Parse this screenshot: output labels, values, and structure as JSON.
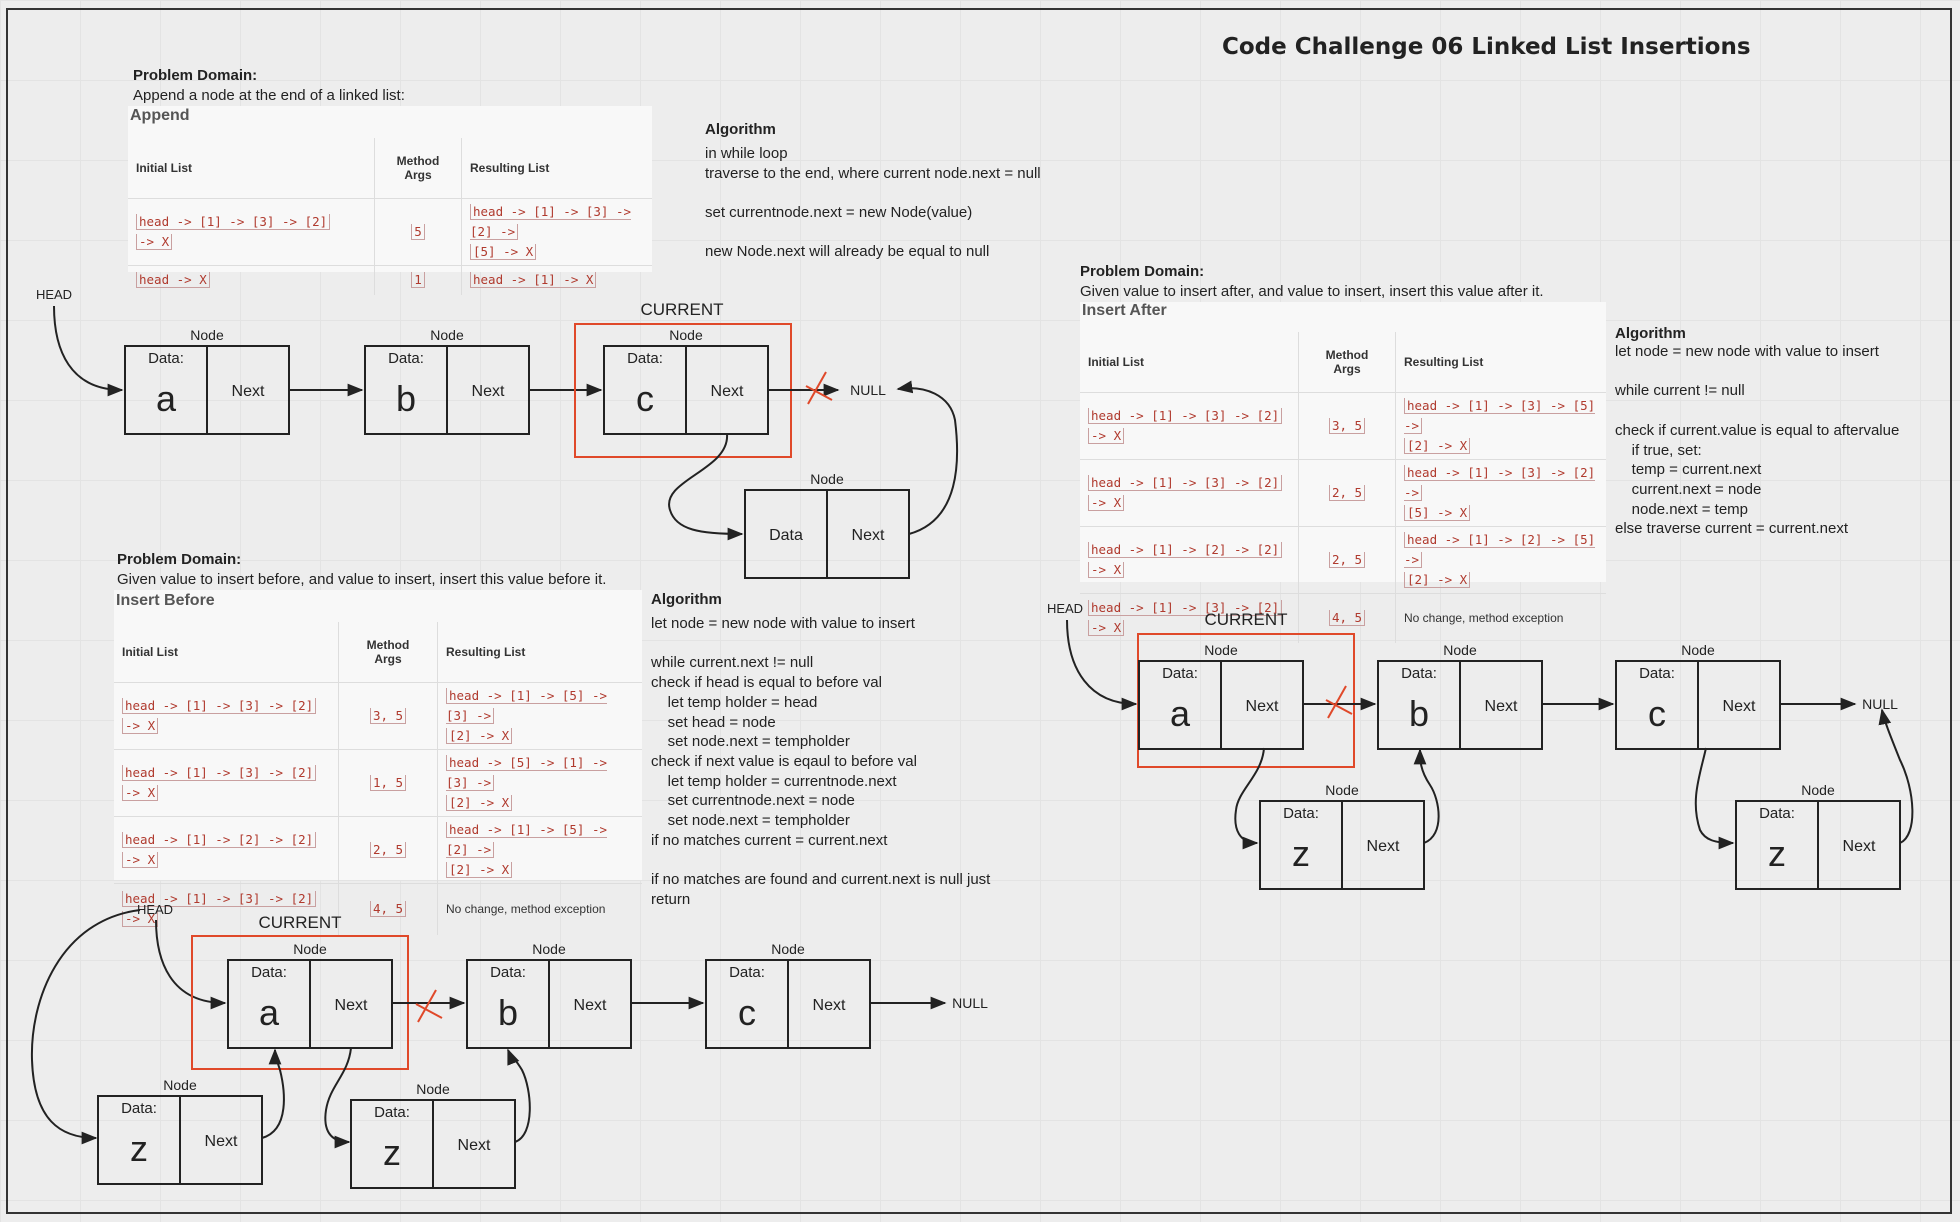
{
  "title": "Code Challenge 06 Linked List Insertions",
  "append": {
    "problem_heading": "Problem Domain:",
    "problem_text": "Append a node at the end of a linked list:",
    "table_title": "Append",
    "headers": [
      "Initial List",
      "Method Args",
      "Resulting List"
    ],
    "rows": [
      {
        "initial": [
          "head -> [1] -> [3] -> [2]",
          "-> X"
        ],
        "args": "5",
        "result": [
          "head -> [1] -> [3] -> [2] ->",
          "[5] -> X"
        ]
      },
      {
        "initial": [
          "head -> X"
        ],
        "args": "1",
        "result": [
          "head -> [1] -> X"
        ]
      }
    ],
    "algo_heading": "Algorithm",
    "algo_lines": [
      "in while loop",
      "traverse to the end, where current node.next = null",
      "",
      "set currentnode.next = new Node(value)",
      "",
      "new Node.next will already be equal to null"
    ]
  },
  "insert_after": {
    "problem_heading": "Problem Domain:",
    "problem_text": "Given value to insert after, and value to insert, insert this value after it.",
    "table_title": "Insert After",
    "headers": [
      "Initial List",
      "Method Args",
      "Resulting List"
    ],
    "rows": [
      {
        "initial": [
          "head -> [1] -> [3] -> [2]",
          "-> X"
        ],
        "args": "3, 5",
        "result": [
          "head -> [1] -> [3] -> [5] ->",
          "[2] -> X"
        ]
      },
      {
        "initial": [
          "head -> [1] -> [3] -> [2]",
          "-> X"
        ],
        "args": "2, 5",
        "result": [
          "head -> [1] -> [3] -> [2] ->",
          "[5] -> X"
        ]
      },
      {
        "initial": [
          "head -> [1] -> [2] -> [2]",
          "-> X"
        ],
        "args": "2, 5",
        "result": [
          "head -> [1] -> [2] -> [5] ->",
          "[2] -> X"
        ]
      },
      {
        "initial": [
          "head -> [1] -> [3] -> [2]",
          "-> X"
        ],
        "args": "4, 5",
        "result_plain": "No change, method exception"
      }
    ],
    "algo_heading": "Algorithm",
    "algo_lines": [
      "let node = new node with value to insert",
      "",
      "while current != null",
      "",
      "check if current.value is equal to aftervalue",
      "    if true, set:",
      "    temp = current.next",
      "    current.next = node",
      "    node.next = temp",
      "else traverse current = current.next"
    ]
  },
  "insert_before": {
    "problem_heading": "Problem Domain:",
    "problem_text": "Given value to insert before, and value to insert, insert this value before it.",
    "table_title": "Insert Before",
    "headers": [
      "Initial List",
      "Method Args",
      "Resulting List"
    ],
    "rows": [
      {
        "initial": [
          "head -> [1] -> [3] -> [2]",
          "-> X"
        ],
        "args": "3, 5",
        "result": [
          "head -> [1] -> [5] -> [3] ->",
          "[2] -> X"
        ]
      },
      {
        "initial": [
          "head -> [1] -> [3] -> [2]",
          "-> X"
        ],
        "args": "1, 5",
        "result": [
          "head -> [5] -> [1] -> [3] ->",
          "[2] -> X"
        ]
      },
      {
        "initial": [
          "head -> [1] -> [2] -> [2]",
          "-> X"
        ],
        "args": "2, 5",
        "result": [
          "head -> [1] -> [5] -> [2] ->",
          "[2] -> X"
        ]
      },
      {
        "initial": [
          "head -> [1] -> [3] -> [2]",
          "-> X"
        ],
        "args": "4, 5",
        "result_plain": "No change, method exception"
      }
    ],
    "algo_heading": "Algorithm",
    "algo_lines": [
      "let node = new node with value to insert",
      "",
      "while current.next != null",
      "check if head is equal to before val",
      "    let temp holder = head",
      "    set head = node",
      "    set node.next = tempholder",
      "check if next value is eqaul to before val",
      "    let temp holder = currentnode.next",
      "    set currentnode.next = node",
      "    set node.next = tempholder",
      "if no matches current = current.next",
      "",
      "if no matches are found and current.next is null just",
      "return"
    ]
  },
  "diagram": {
    "node_label": "Node",
    "data_label": "Data:",
    "data_plain": "Data",
    "next_label": "Next",
    "head_label": "HEAD",
    "null_label": "NULL",
    "current_label": "CURRENT",
    "values": {
      "a": "a",
      "b": "b",
      "c": "c",
      "z": "z"
    }
  },
  "colors": {
    "accent": "#e0492a",
    "line": "#333333",
    "code": "#b03a2e"
  }
}
